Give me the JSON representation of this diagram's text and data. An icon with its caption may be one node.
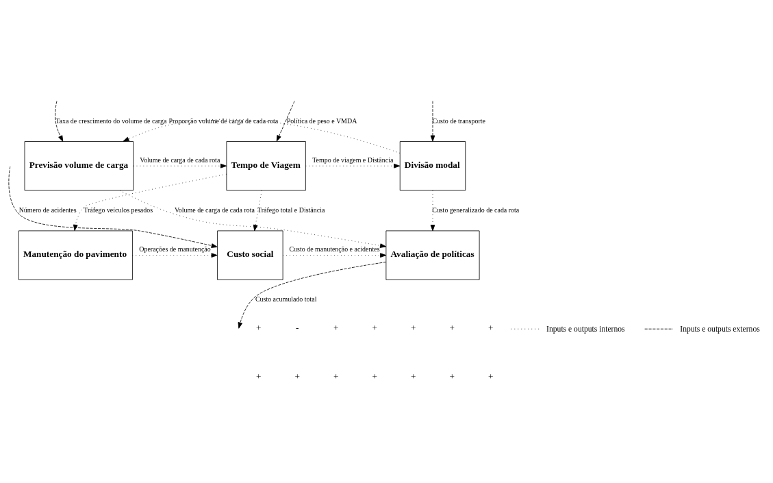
{
  "diagram": {
    "nodes": [
      {
        "text": [
          "Previsão volume de carga"
        ]
      },
      {
        "text": [
          "Tempo de Viagem"
        ]
      },
      {
        "text": [
          "Divisão modal"
        ]
      },
      {
        "text": [
          "Manutenção do pavimento"
        ]
      },
      {
        "text": [
          "Custo social"
        ]
      },
      {
        "text": [
          "Avaliação de políticas"
        ]
      }
    ],
    "edges": [
      {
        "from": null,
        "to": 0,
        "arrow": "to",
        "label": "Taxa de crescimento do volume de carga",
        "style": "dashed"
      },
      {
        "from": null,
        "to": 1,
        "arrow": "to",
        "label": "Política de peso e VMDA",
        "style": "dashed"
      },
      {
        "from": 2,
        "to": 0,
        "arrow": "to",
        "label": "Proporção volume de carga de cada rota"
      },
      {
        "from": 0,
        "to": 1,
        "arrow": "to",
        "label": "Volume de carga de cada rota"
      },
      {
        "from": 1,
        "to": 2,
        "arrow": "to",
        "label": "Tempo de viagem e Distância"
      },
      {
        "from": null,
        "to": 2,
        "arrow": "to",
        "label": "Custo de transporte",
        "style": "dashed"
      },
      {
        "from": 1,
        "to": 3,
        "arrow": "to",
        "label": "Tráfego veículos pesados"
      },
      {
        "from": 1,
        "to": 4,
        "arrow": "to",
        "label": "Tráfego total e Distância"
      },
      {
        "from": 2,
        "to": 5,
        "arrow": "to",
        "label": "Custo generalizado de cada rota"
      },
      {
        "from": 3,
        "to": 4,
        "arrow": "to",
        "label": "Operações de manutenção"
      },
      {
        "from": 4,
        "to": 5,
        "arrow": "to",
        "label": "Custo de manutenção e acidentes"
      },
      {
        "from": 5,
        "to": null,
        "arrow": "to",
        "label": "Custo acumulado total",
        "style": "dashed"
      },
      {
        "from": 0,
        "to": 5,
        "arrow": "to",
        "label": "Volume de carga de cada rota"
      },
      {
        "from": null,
        "to": 4,
        "arrow": "to",
        "label": "Número de acidentes",
        "style": "dashed"
      }
    ],
    "labels": [
      "+",
      "-",
      "+",
      "+",
      "+",
      "+",
      "+",
      "+",
      "+",
      "+",
      "+",
      "+",
      "+",
      "+"
    ],
    "legend": [
      {
        "text": "Inputs e outputs internos"
      },
      {
        "text": "Inputs e outputs externos"
      }
    ]
  }
}
